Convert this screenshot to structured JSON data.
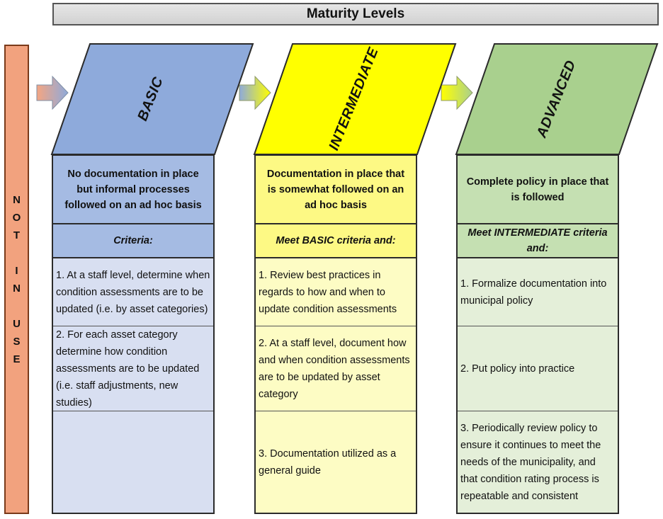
{
  "title": "Maturity Levels",
  "side_label": [
    "N",
    "O",
    "T",
    "",
    "I",
    "N",
    "",
    "U",
    "S",
    "E"
  ],
  "colors": {
    "basic": "#8eaadb",
    "intermediate": "#ffff00",
    "advanced": "#a9d08e",
    "not_in_use": "#f4a582"
  },
  "levels": [
    {
      "name": "BASIC",
      "summary": "No documentation in place but informal processes followed on an ad hoc basis",
      "criteria": "Criteria:",
      "items": [
        "1.  At a staff level, determine when condition assessments are to be updated (i.e. by asset categories)",
        "2.  For each asset category determine how condition assessments are to be updated (i.e. staff adjustments, new studies)",
        ""
      ]
    },
    {
      "name": "INTERMEDIATE",
      "summary": "Documentation in place that is somewhat followed on an ad hoc basis",
      "criteria": "Meet BASIC criteria and:",
      "items": [
        "1. Review best practices in regards to how and when to update condition assessments",
        "2.  At a staff level, document how and when condition assessments are to be updated by asset category",
        "3.  Documentation utilized as a general guide"
      ]
    },
    {
      "name": "ADVANCED",
      "summary": "Complete policy in place that is followed",
      "criteria": "Meet INTERMEDIATE criteria and:",
      "items": [
        "1. Formalize documentation into municipal policy",
        "2.  Put policy into practice",
        "3.  Periodically review policy to ensure it continues to meet the needs of the municipality, and that condition rating process is repeatable and consistent"
      ]
    }
  ]
}
